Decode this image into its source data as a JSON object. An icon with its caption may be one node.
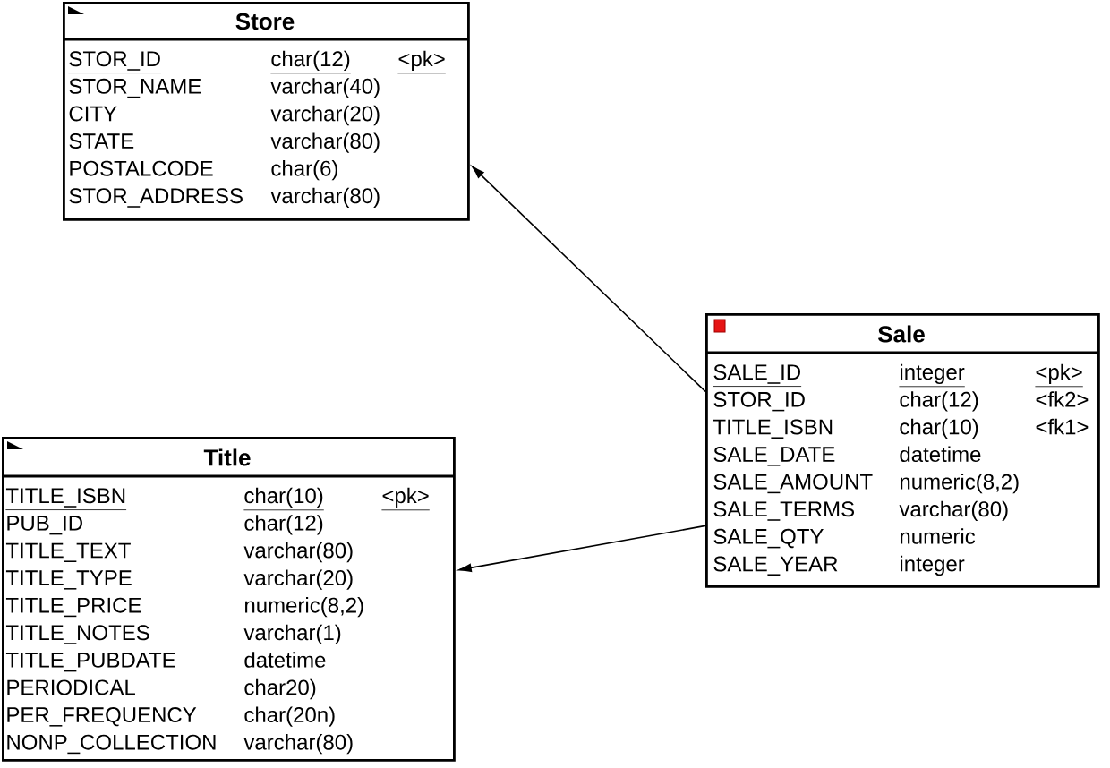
{
  "diagram": {
    "nodes": [
      {
        "text": [
          "Store",
          "STOR_ID",
          "char(12)",
          "<pk>",
          "STOR_NAME",
          "varchar(40)",
          "CITY",
          "varchar(20)",
          "STATE",
          "varchar(80)",
          "POSTALCODE",
          "char(6)",
          "STOR_ADDRESS",
          "varchar(80)"
        ]
      },
      {
        "text": [
          "Sale",
          "SALE_ID",
          "integer",
          "<pk>",
          "STOR_ID",
          "char(12)",
          "<fk2>",
          "TITLE_ISBN",
          "char(10)",
          "<fk1>",
          "SALE_DATE",
          "datetime",
          "SALE_AMOUNT",
          "numeric(8,2)",
          "SALE_TERMS",
          "varchar(80)",
          "SALE_QTY",
          "numeric",
          "SALE_YEAR",
          "integer"
        ]
      },
      {
        "text": [
          "Title",
          "TITLE_ISBN",
          "char(10)",
          "<pk>",
          "PUB_ID",
          "char(12)",
          "TITLE_TEXT",
          "varchar(80)",
          "TITLE_TYPE",
          "varchar(20)",
          "TITLE_PRICE",
          "numeric(8,2)",
          "TITLE_NOTES",
          "varchar(1)",
          "TITLE_PUBDATE",
          "datetime",
          "PERIODICAL",
          "char20)",
          "PER_FREQUENCY",
          "char(20n)",
          "NONP_COLLECTION",
          "varchar(80)"
        ]
      }
    ],
    "edges": [
      {
        "from": 1,
        "to": 0,
        "arrow": "to"
      },
      {
        "from": 1,
        "to": 2,
        "arrow": "to"
      }
    ]
  }
}
